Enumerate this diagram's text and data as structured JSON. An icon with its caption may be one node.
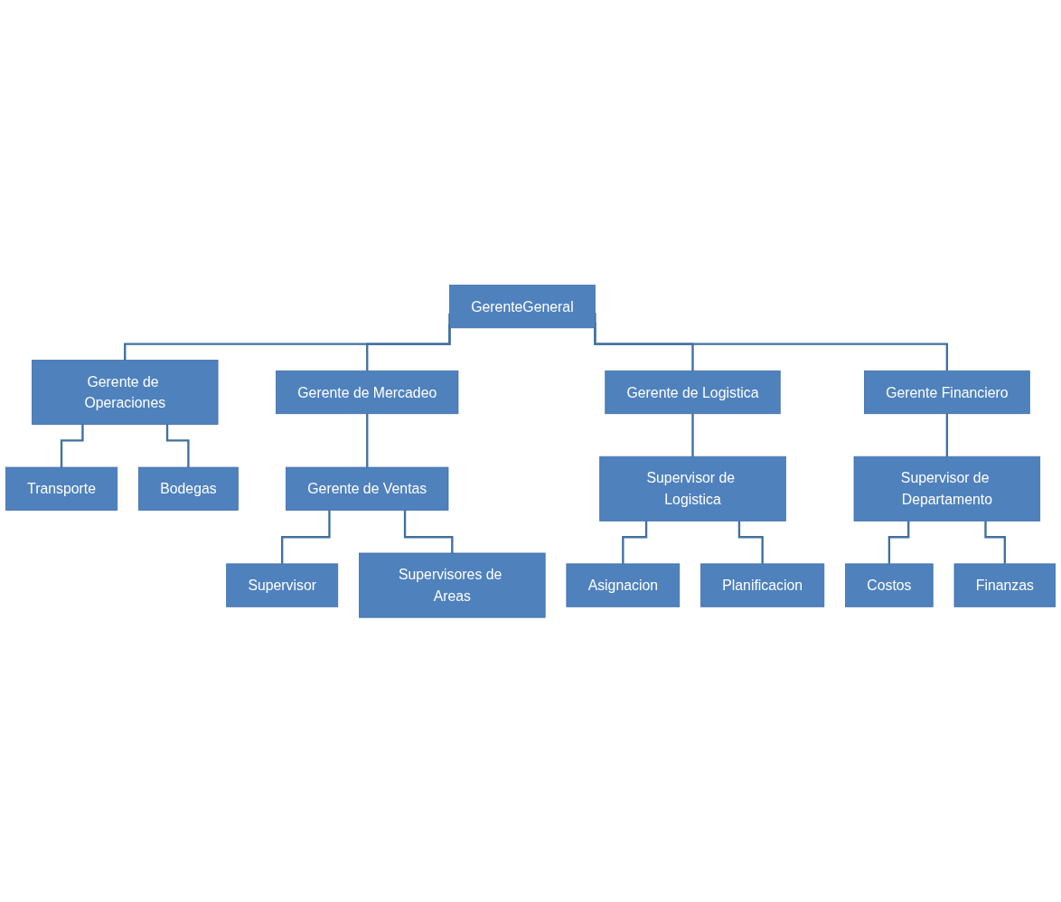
{
  "diagram": {
    "nodes": [
      {
        "text": [
          "GerenteGeneral"
        ]
      },
      {
        "text": [
          "Gerente de Operaciones"
        ]
      },
      {
        "text": [
          "Gerente de Mercadeo"
        ]
      },
      {
        "text": [
          "Gerente de Logistica"
        ]
      },
      {
        "text": [
          "Gerente Financiero"
        ]
      },
      {
        "text": [
          "Transporte"
        ]
      },
      {
        "text": [
          "Gerente de Ventas"
        ]
      },
      {
        "text": [
          "Supervisor de Logistica"
        ]
      },
      {
        "text": [
          "Supervisor de Departamento"
        ]
      },
      {
        "text": [
          "Bodegas"
        ]
      },
      {
        "text": [
          "Supervisor"
        ]
      },
      {
        "text": [
          "Asignacion"
        ]
      },
      {
        "text": [
          "Costos"
        ]
      },
      {
        "text": [
          "Supervisores de Areas"
        ]
      },
      {
        "text": [
          "Planificacion"
        ]
      },
      {
        "text": [
          "Finanzas"
        ]
      }
    ],
    "edges": [
      {
        "from": 0,
        "to": 1,
        "arrow": "none"
      },
      {
        "from": 0,
        "to": 2,
        "arrow": "none"
      },
      {
        "from": 0,
        "to": 3,
        "arrow": "none"
      },
      {
        "from": 0,
        "to": 4,
        "arrow": "none"
      },
      {
        "from": 1,
        "to": 5,
        "arrow": "none"
      },
      {
        "from": 1,
        "to": 9,
        "arrow": "none"
      },
      {
        "from": 2,
        "to": 6,
        "arrow": "none"
      },
      {
        "from": 6,
        "to": 10,
        "arrow": "none"
      },
      {
        "from": 6,
        "to": 13,
        "arrow": "none"
      },
      {
        "from": 3,
        "to": 7,
        "arrow": "none"
      },
      {
        "from": 7,
        "to": 11,
        "arrow": "none"
      },
      {
        "from": 7,
        "to": 14,
        "arrow": "none"
      },
      {
        "from": 4,
        "to": 8,
        "arrow": "none"
      },
      {
        "from": 8,
        "to": 12,
        "arrow": "none"
      },
      {
        "from": 8,
        "to": 15,
        "arrow": "none"
      }
    ]
  }
}
